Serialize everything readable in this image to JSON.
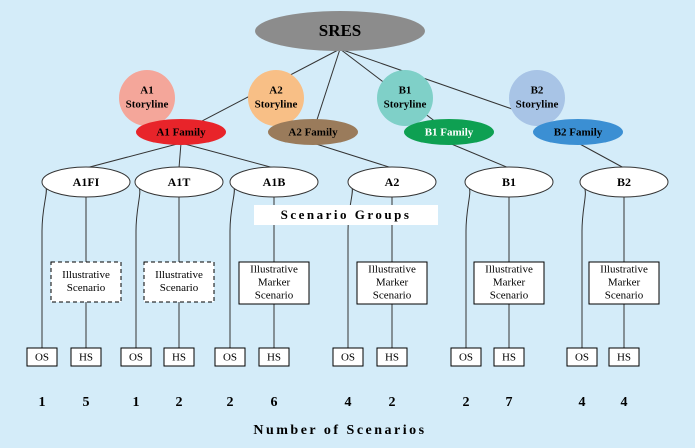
{
  "root": {
    "label": "SRES",
    "color": "#8c8c8c"
  },
  "storylines": [
    {
      "id": "a1",
      "label": [
        "A1",
        "Storyline"
      ],
      "color": "#f4a69a"
    },
    {
      "id": "a2",
      "label": [
        "A2",
        "Storyline"
      ],
      "color": "#f8bf86"
    },
    {
      "id": "b1",
      "label": [
        "B1",
        "Storyline"
      ],
      "color": "#7fd0c8"
    },
    {
      "id": "b2",
      "label": [
        "B2",
        "Storyline"
      ],
      "color": "#a8c4e6"
    }
  ],
  "families": [
    {
      "id": "a1",
      "label": "A1 Family",
      "color": "#e8242a",
      "text_color": "#000000"
    },
    {
      "id": "a2",
      "label": "A2 Family",
      "color": "#9a7b5b",
      "text_color": "#000000"
    },
    {
      "id": "b1",
      "label": "B1 Family",
      "color": "#0ea052",
      "text_color": "#ffffff"
    },
    {
      "id": "b2",
      "label": "B2 Family",
      "color": "#3b8fd3",
      "text_color": "#000000"
    }
  ],
  "groups_heading": "Scenario Groups",
  "groups": [
    {
      "id": "a1fi",
      "label": "A1FI",
      "box": [
        "Illustrative",
        "Scenario"
      ],
      "box_style": "dashed",
      "os": "OS",
      "hs": "HS",
      "os_count": "1",
      "hs_count": "5"
    },
    {
      "id": "a1t",
      "label": "A1T",
      "box": [
        "Illustrative",
        "Scenario"
      ],
      "box_style": "dashed",
      "os": "OS",
      "hs": "HS",
      "os_count": "1",
      "hs_count": "2"
    },
    {
      "id": "a1b",
      "label": "A1B",
      "box": [
        "Illustrative",
        "Marker",
        "Scenario"
      ],
      "box_style": "solid",
      "os": "OS",
      "hs": "HS",
      "os_count": "2",
      "hs_count": "6"
    },
    {
      "id": "a2",
      "label": "A2",
      "box": [
        "Illustrative",
        "Marker",
        "Scenario"
      ],
      "box_style": "solid",
      "os": "OS",
      "hs": "HS",
      "os_count": "4",
      "hs_count": "2"
    },
    {
      "id": "b1",
      "label": "B1",
      "box": [
        "Illustrative",
        "Marker",
        "Scenario"
      ],
      "box_style": "solid",
      "os": "OS",
      "hs": "HS",
      "os_count": "2",
      "hs_count": "7"
    },
    {
      "id": "b2",
      "label": "B2",
      "box": [
        "Illustrative",
        "Marker",
        "Scenario"
      ],
      "box_style": "solid",
      "os": "OS",
      "hs": "HS",
      "os_count": "4",
      "hs_count": "4"
    }
  ],
  "footer": "Number of Scenarios",
  "colors": {
    "background": "#d4ecf9",
    "line": "#333333",
    "box": "#ffffff"
  }
}
